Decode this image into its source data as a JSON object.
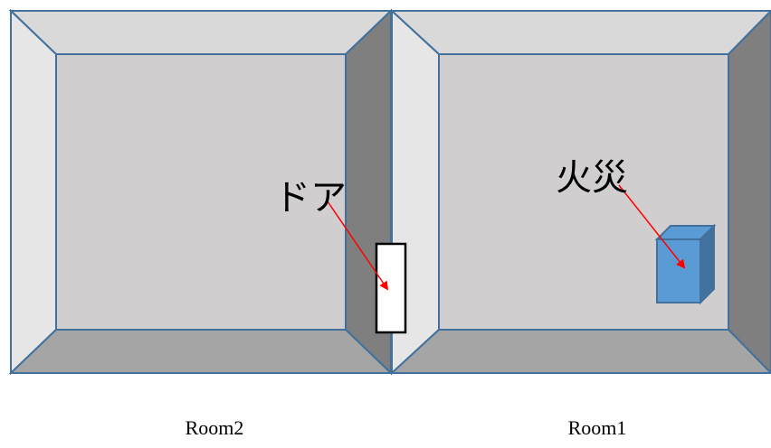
{
  "rooms": {
    "left": {
      "name": "Room2"
    },
    "right": {
      "name": "Room1"
    }
  },
  "annotations": {
    "door": "ドア",
    "fire": "火災"
  },
  "colors": {
    "outline": "#41719c",
    "top_face": "#d9d9d9",
    "left_face": "#e6e6e6",
    "right_face": "#7f7f7f",
    "bottom_face": "#a5a5a5",
    "back_wall": "#d0cece",
    "door_fill": "#ffffff",
    "door_stroke": "#000000",
    "fire_front": "#5b9bd5",
    "fire_top": "#5b9bd5",
    "fire_side": "#41719c",
    "arrow": "#ff0000"
  }
}
